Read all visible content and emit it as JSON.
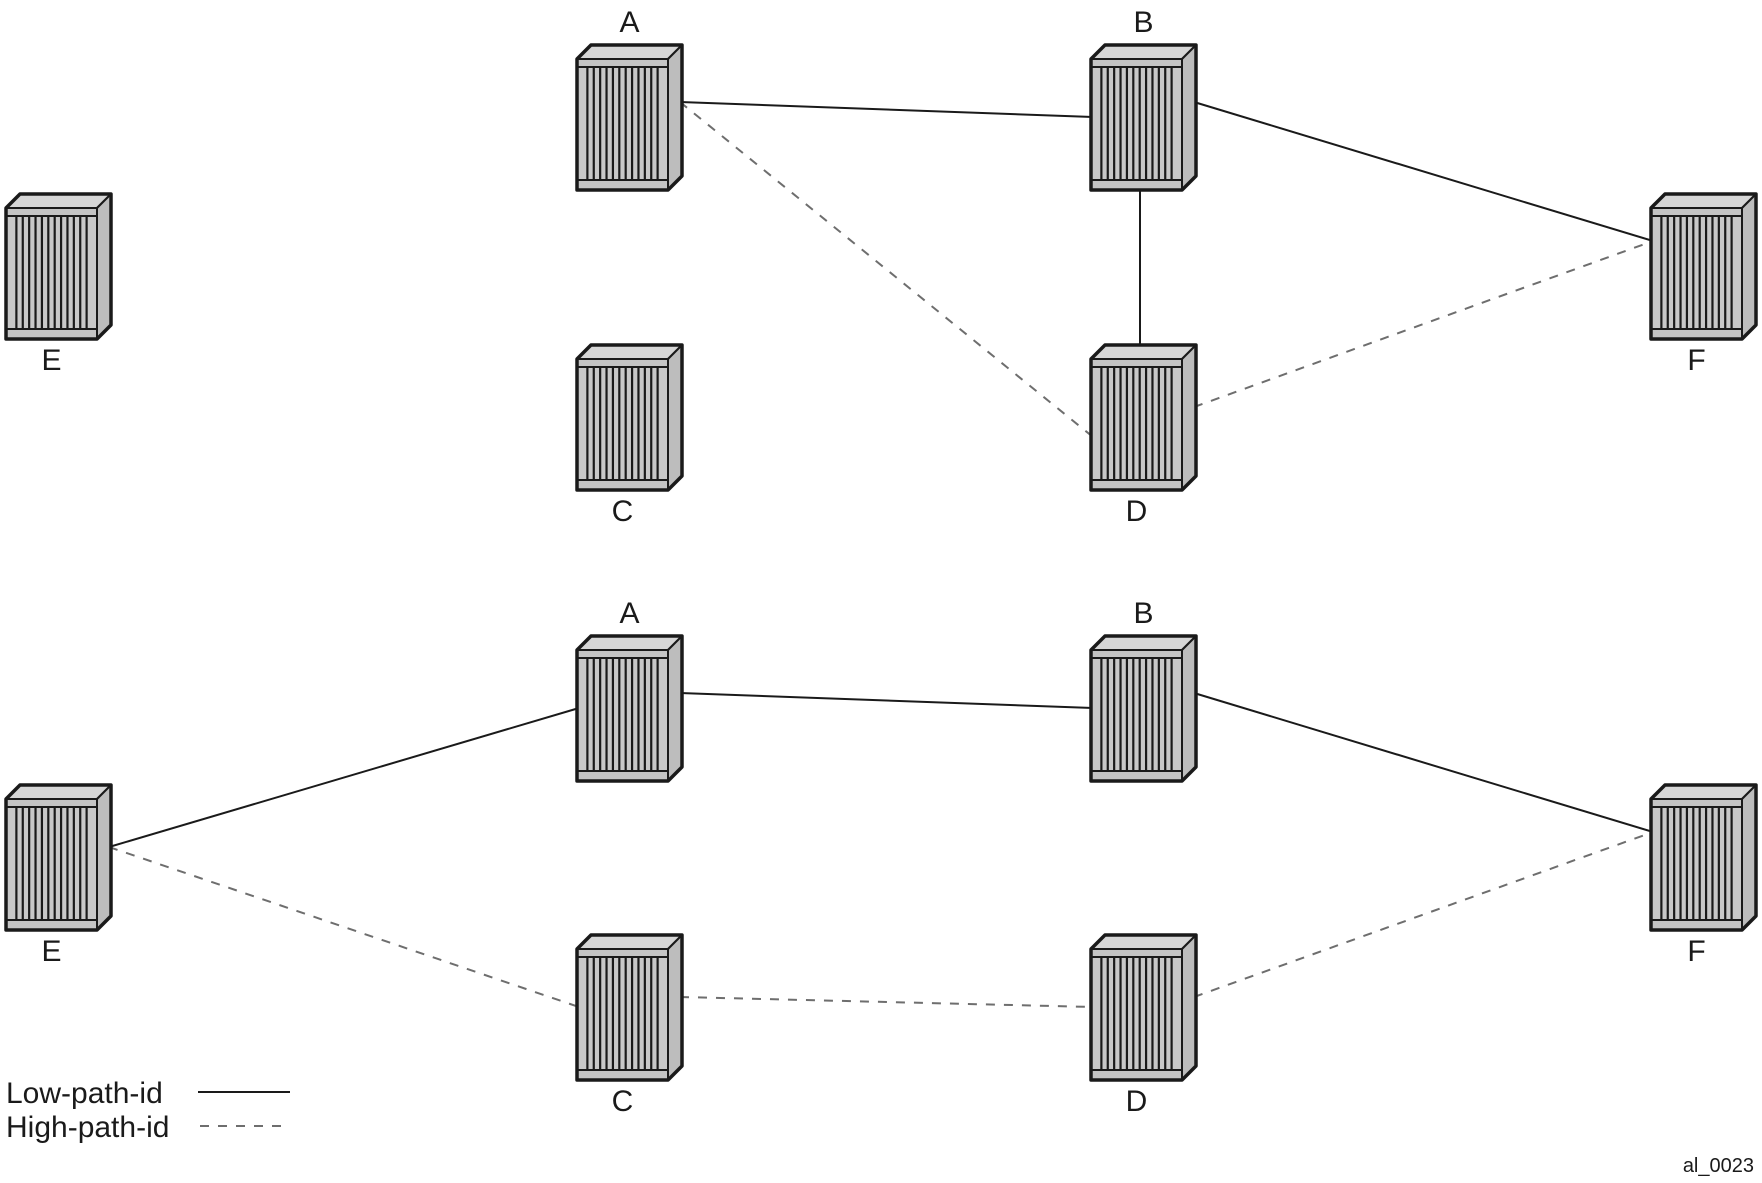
{
  "diagrams": [
    {
      "id": "top",
      "nodes": [
        {
          "id": "A",
          "label": "A",
          "label_pos": "above"
        },
        {
          "id": "B",
          "label": "B",
          "label_pos": "above"
        },
        {
          "id": "C",
          "label": "C",
          "label_pos": "below"
        },
        {
          "id": "D",
          "label": "D",
          "label_pos": "below"
        },
        {
          "id": "E",
          "label": "E",
          "label_pos": "below"
        },
        {
          "id": "F",
          "label": "F",
          "label_pos": "below"
        }
      ],
      "links": [
        {
          "from": "A",
          "to": "B",
          "type": "low"
        },
        {
          "from": "B",
          "to": "F",
          "type": "low"
        },
        {
          "from": "B",
          "to": "D",
          "type": "low"
        },
        {
          "from": "A",
          "to": "D",
          "type": "high"
        },
        {
          "from": "D",
          "to": "F",
          "type": "high"
        }
      ]
    },
    {
      "id": "bottom",
      "nodes": [
        {
          "id": "A",
          "label": "A",
          "label_pos": "above"
        },
        {
          "id": "B",
          "label": "B",
          "label_pos": "above"
        },
        {
          "id": "C",
          "label": "C",
          "label_pos": "below"
        },
        {
          "id": "D",
          "label": "D",
          "label_pos": "below"
        },
        {
          "id": "E",
          "label": "E",
          "label_pos": "below"
        },
        {
          "id": "F",
          "label": "F",
          "label_pos": "below"
        }
      ],
      "links": [
        {
          "from": "E",
          "to": "A",
          "type": "low"
        },
        {
          "from": "A",
          "to": "B",
          "type": "low"
        },
        {
          "from": "B",
          "to": "F",
          "type": "low"
        },
        {
          "from": "E",
          "to": "C",
          "type": "high"
        },
        {
          "from": "C",
          "to": "D",
          "type": "high"
        },
        {
          "from": "D",
          "to": "F",
          "type": "high"
        }
      ]
    }
  ],
  "legend": {
    "low": {
      "label": "Low-path-id",
      "style": "solid"
    },
    "high": {
      "label": "High-path-id",
      "style": "dashed"
    }
  },
  "figure_id": "al_0023",
  "colors": {
    "low_line": "#1a1a1a",
    "high_line": "#6e6e6e",
    "router_face": "#c4c4c4",
    "router_top": "#d6d6d6",
    "router_side": "#bdbdbd",
    "router_outline": "#1a1a1a"
  },
  "icons": {
    "router": "router-chassis-icon"
  }
}
